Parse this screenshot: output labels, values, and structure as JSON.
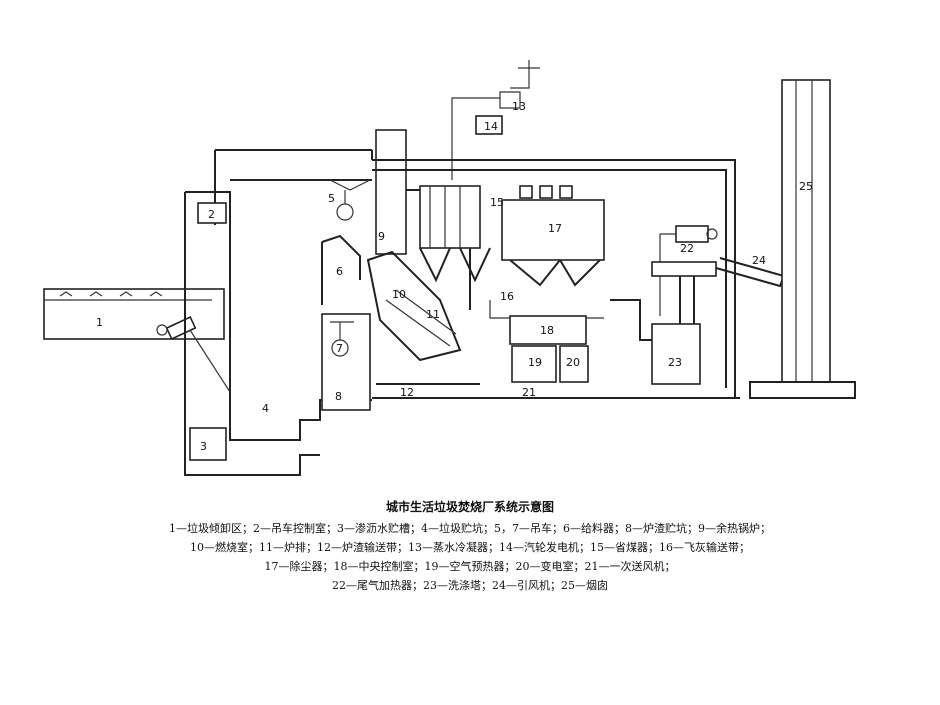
{
  "diagram": {
    "labels": [
      "1",
      "2",
      "3",
      "4",
      "5",
      "6",
      "7",
      "8",
      "9",
      "10",
      "11",
      "12",
      "13",
      "14",
      "15",
      "16",
      "17",
      "18",
      "19",
      "20",
      "21",
      "22",
      "23",
      "24",
      "25"
    ]
  },
  "caption": {
    "title": "城市生活垃圾焚烧厂系统示意图",
    "lines": [
      "1—垃圾倾卸区；2—吊车控制室；3—渗沥水贮槽；4—垃圾贮坑；5，7—吊车；6—给料器；8—炉渣贮坑；9—余热锅炉；",
      "10—燃烧室；11—炉排；12—炉渣输送带；13—蒸水冷凝器；14—汽轮发电机；15—省煤器；16—飞灰输送带；",
      "17—除尘器；18—中央控制室；19—空气预热器；20—变电室；21—一次送风机；",
      "22—尾气加热器；23—洗涤塔；24—引风机；25—烟囱"
    ]
  }
}
